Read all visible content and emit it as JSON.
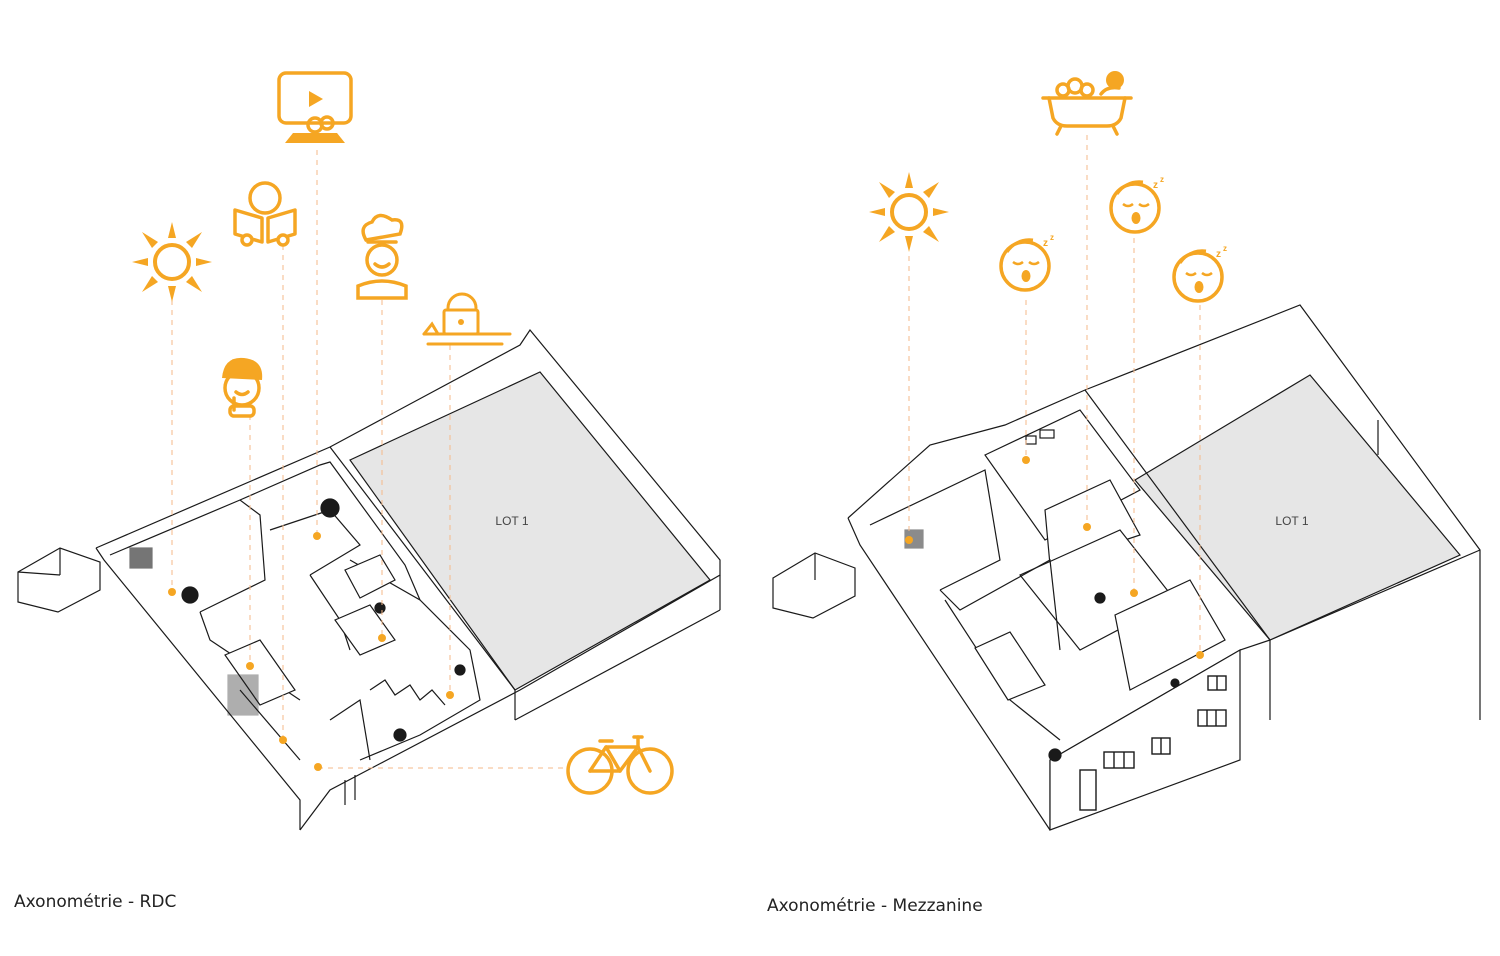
{
  "colors": {
    "accent": "#F5A623",
    "dash": "#F6B98A",
    "line": "#1a1a1a",
    "lot_fill": "#E6E6E6"
  },
  "left_view": {
    "caption": "Axonométrie - RDC",
    "lot_label": "LOT 1",
    "icons": [
      "sun-icon",
      "reading-person-icon",
      "tv-play-icon",
      "chef-icon",
      "laptop-worker-icon",
      "child-eating-icon",
      "bicycle-icon"
    ]
  },
  "right_view": {
    "caption": "Axonométrie - Mezzanine",
    "lot_label": "LOT 1",
    "icons": [
      "sun-icon",
      "sleeping-face-icon",
      "bathtub-icon",
      "sleeping-face-icon",
      "sleeping-face-icon"
    ]
  }
}
